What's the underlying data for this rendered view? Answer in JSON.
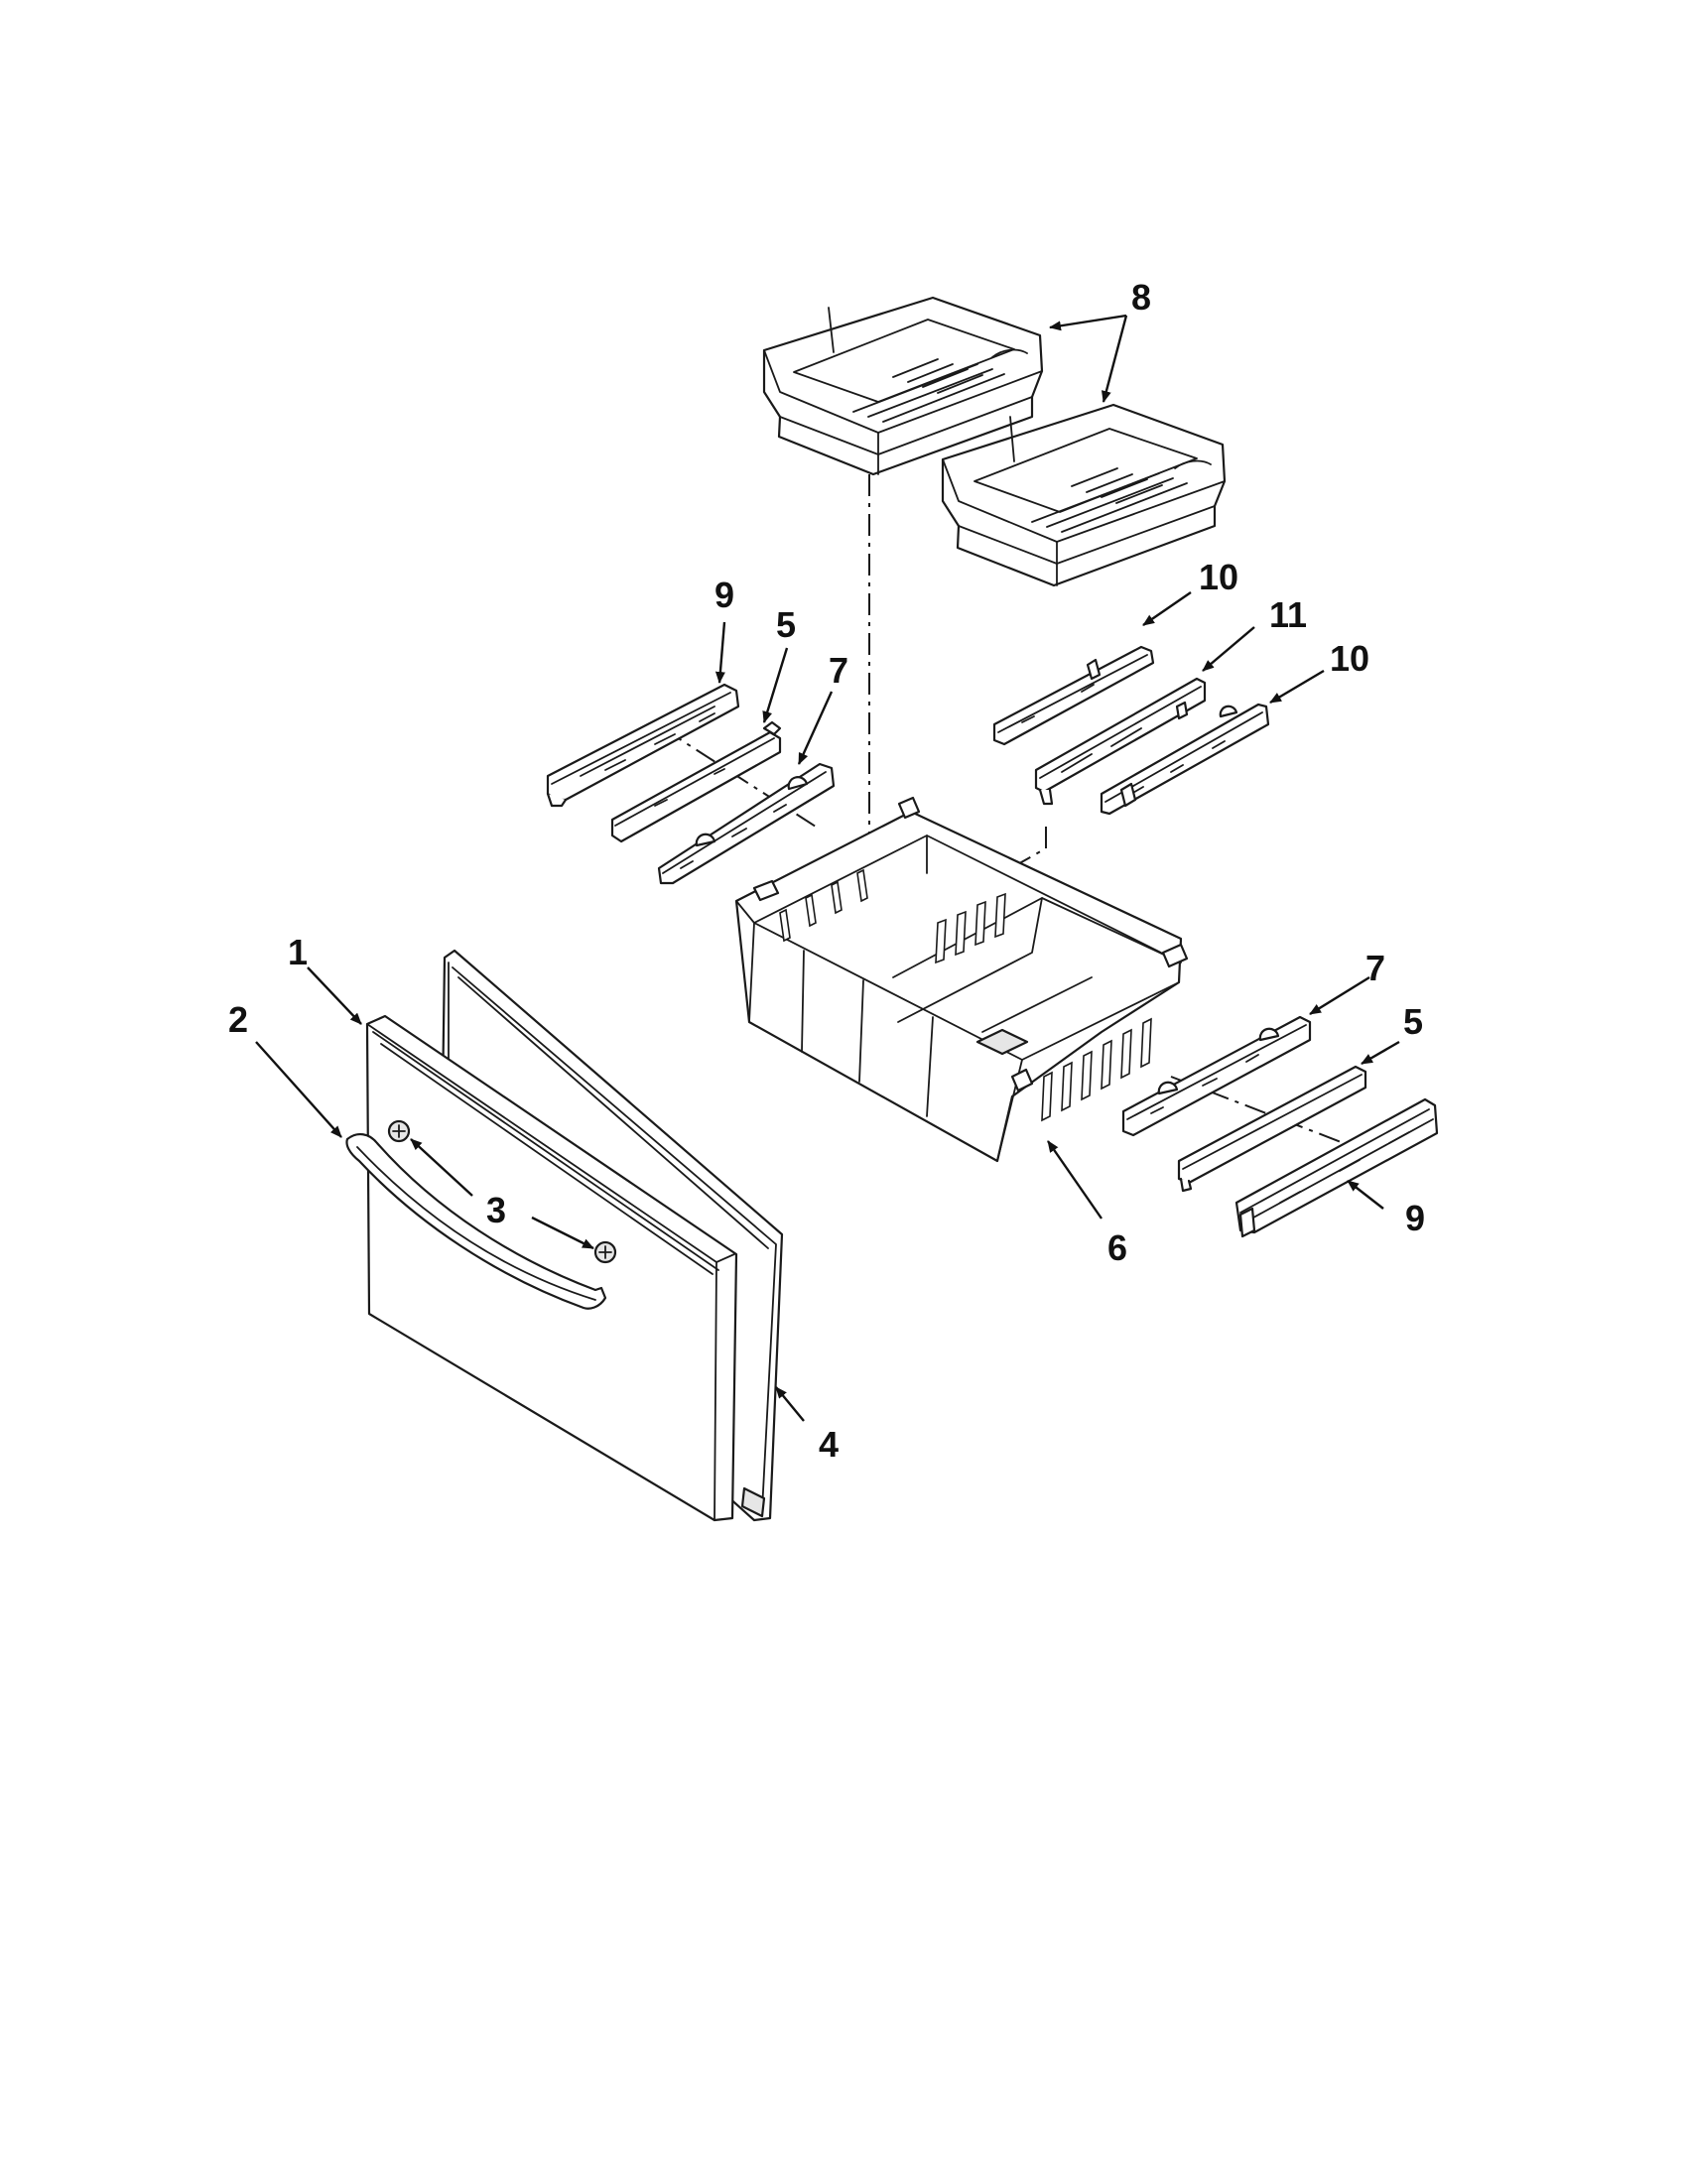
{
  "callouts": {
    "c1": "1",
    "c2": "2",
    "c3": "3",
    "c4": "4",
    "c5_left": "5",
    "c5_right": "5",
    "c6": "6",
    "c7_left": "7",
    "c7_right": "7",
    "c8": "8",
    "c9_left": "9",
    "c9_right": "9",
    "c10_top": "10",
    "c10_bottom": "10",
    "c11": "11"
  }
}
